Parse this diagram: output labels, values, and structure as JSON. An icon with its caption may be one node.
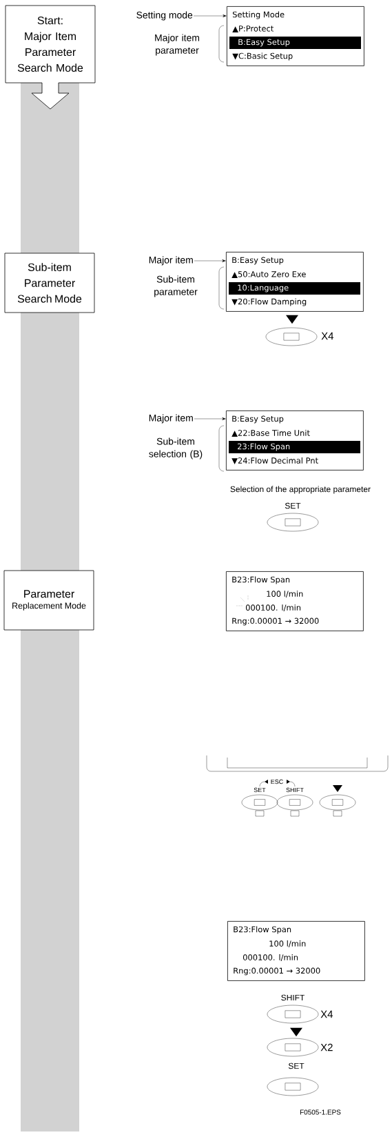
{
  "diagram": {
    "nodes": [
      {
        "text": [
          "Start:",
          "Major Item Parameter Search Mode"
        ]
      },
      {
        "text": [
          "Setting mode"
        ]
      },
      {
        "text": [
          "Setting Mode",
          "▲P:Protect",
          "B:Easy Setup",
          "▼C:Basic Setup"
        ]
      },
      {
        "text": [
          "Sub-item Parameter Search Mode"
        ]
      },
      {
        "text": [
          "Major item"
        ]
      },
      {
        "text": [
          "B:Easy Setup",
          "▲50:Auto Zero Exe",
          "10:Language",
          "▼20:Flow Damping"
        ]
      },
      {
        "text": [
          "Major item"
        ]
      },
      {
        "text": [
          "B:Easy Setup",
          "▲22:Base Time Unit",
          "23:Flow Span",
          "▼24:Flow Decimal Pnt"
        ]
      },
      {
        "text": [
          "Parameter",
          "Replacement Mode"
        ]
      },
      {
        "text": [
          "B23:Flow Span",
          "100 l/min",
          "000100. l/min",
          "Rng:0.00001 → 32000"
        ]
      },
      {
        "text": [
          "B23:Flow Span",
          "100 l/min",
          "000100. l/min",
          "Rng:0.00001 → 32000"
        ]
      },
      {
        "text": [],
        "shape": "bar"
      }
    ],
    "edges": [
      {
        "from": 1,
        "to": 2,
        "arrow": "to"
      },
      {
        "from": 4,
        "to": 5,
        "arrow": "to"
      },
      {
        "from": 6,
        "to": 7,
        "arrow": "to"
      }
    ],
    "labels": [
      "Major item parameter",
      "Sub-item parameter",
      "X4",
      "Sub-item selection (B)",
      "Selection of the appropriate parameter",
      "SET",
      "ESC",
      "SET",
      "SHIFT",
      "SHIFT",
      "X4",
      "X2",
      "SET",
      "F0505-1.EPS"
    ]
  }
}
